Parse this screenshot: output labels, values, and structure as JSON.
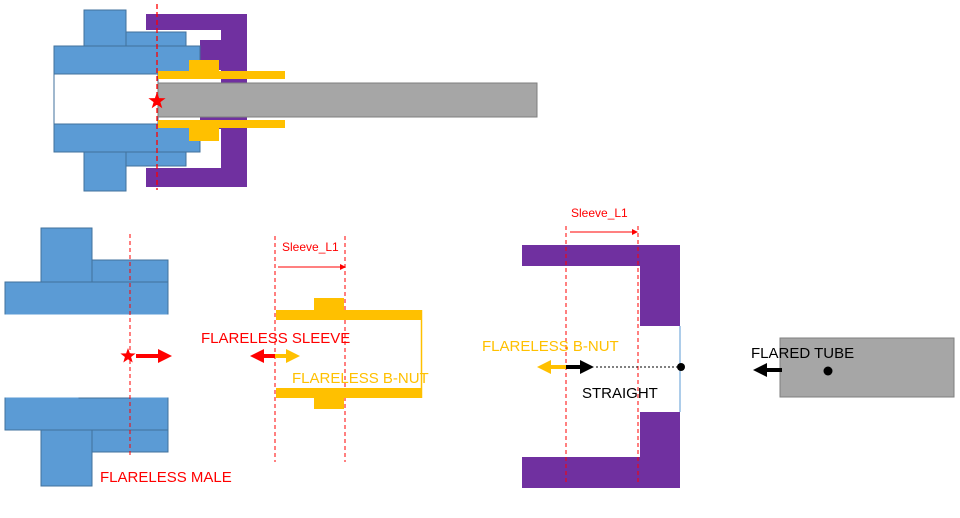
{
  "colors": {
    "male": "#5b9bd5",
    "male_stroke": "#41719c",
    "sleeve": "#ffc000",
    "nut": "#7030a0",
    "tube": "#a6a6a6",
    "tube_stroke": "#7f7f7f",
    "red": "#ff0000",
    "black": "#000000"
  },
  "labels": {
    "flareless_male": "FLARELESS MALE",
    "flareless_sleeve": "FLARELESS SLEEVE",
    "sleeve_nut_caption": "FLARELESS B-NUT",
    "bnut_caption": "FLARELESS B-NUT",
    "straight": "STRAIGHT",
    "flared_tube": "FLARED TUBE",
    "sleeve_dim_1": "Sleeve_L1",
    "sleeve_dim_2": "Sleeve_L1"
  }
}
